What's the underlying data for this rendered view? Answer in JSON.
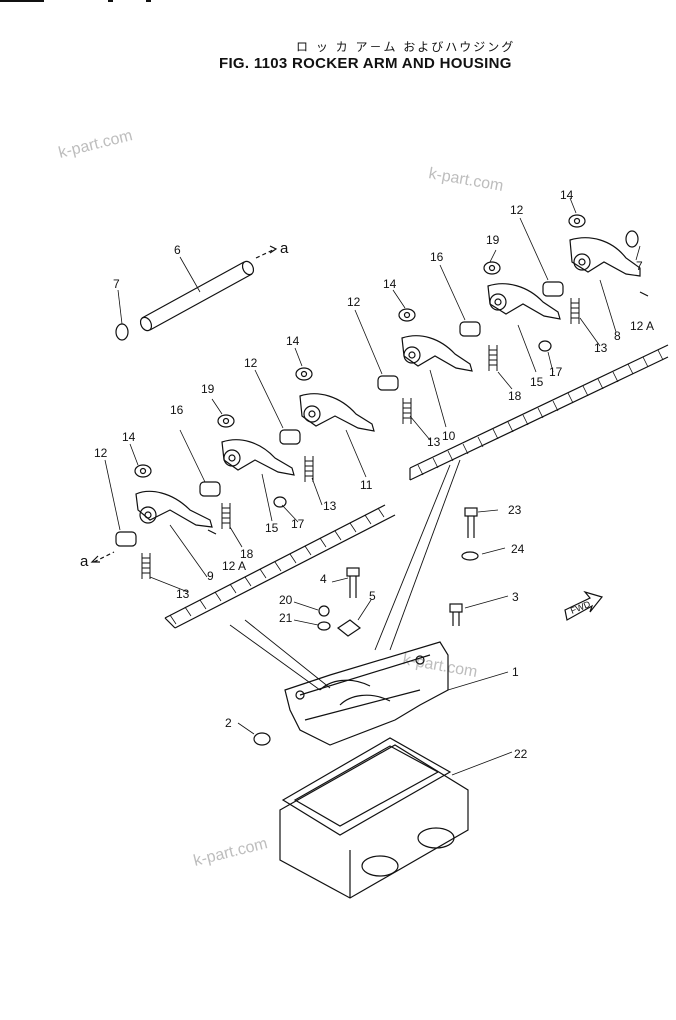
{
  "figure": {
    "title_jp": "ロ ッ カ ア－ム およびハウジング",
    "title_en": "FIG. 1103  ROCKER ARM AND HOUSING"
  },
  "watermark": "k-part.com",
  "fwd_label": "FWD",
  "ref_letter": "a",
  "callouts": {
    "c1": "1",
    "c2": "2",
    "c3": "3",
    "c4": "4",
    "c5": "5",
    "c6": "6",
    "c7": "7",
    "c8": "8",
    "c9": "9",
    "c10": "10",
    "c11": "11",
    "c12": "12",
    "c13": "13",
    "c14": "14",
    "c15": "15",
    "c16": "16",
    "c17": "17",
    "c18": "18",
    "c19": "19",
    "c20": "20",
    "c21": "21",
    "c22": "22",
    "c23": "23",
    "c24": "24",
    "c12a": "12 A"
  },
  "colors": {
    "ink": "#111111",
    "watermark": "#bdbdbd",
    "paper": "#ffffff"
  },
  "icons": {
    "direction": "arrow-icon"
  }
}
